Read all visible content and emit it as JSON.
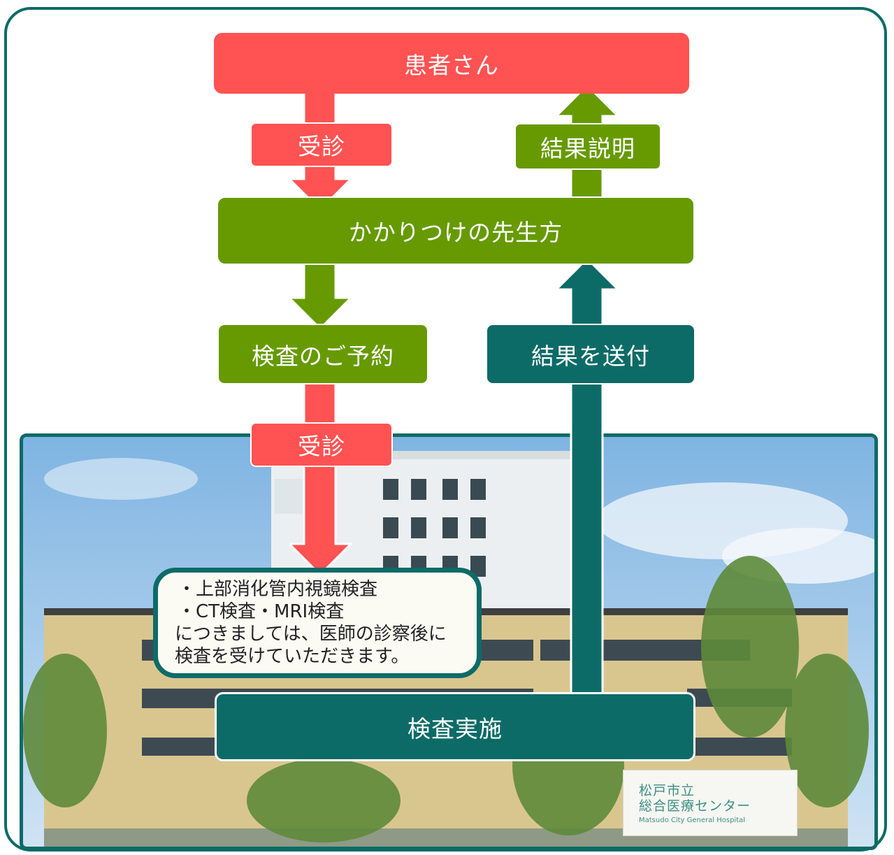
{
  "nodes": {
    "patient": "患者さん",
    "consult_1": "受診",
    "result_explanation": "結果説明",
    "family_doctor": "かかりつけの先生方",
    "exam_booking": "検査のご予約",
    "send_results": "結果を送付",
    "consult_2": "受診",
    "exam_execution": "検査実施"
  },
  "note": {
    "line1": "・上部消化管内視鏡検査",
    "line2": "・CT検査・MRI検査",
    "line3": "につきましては、医師の診察後に",
    "line4": "検査を受けていただきます。"
  },
  "hospital_sign": {
    "line1": "松戸市立",
    "line2": "総合医療センター",
    "line3": "Matsudo City General Hospital"
  },
  "colors": {
    "red": "#ff5252",
    "green": "#669a00",
    "teal": "#0d6b67"
  }
}
